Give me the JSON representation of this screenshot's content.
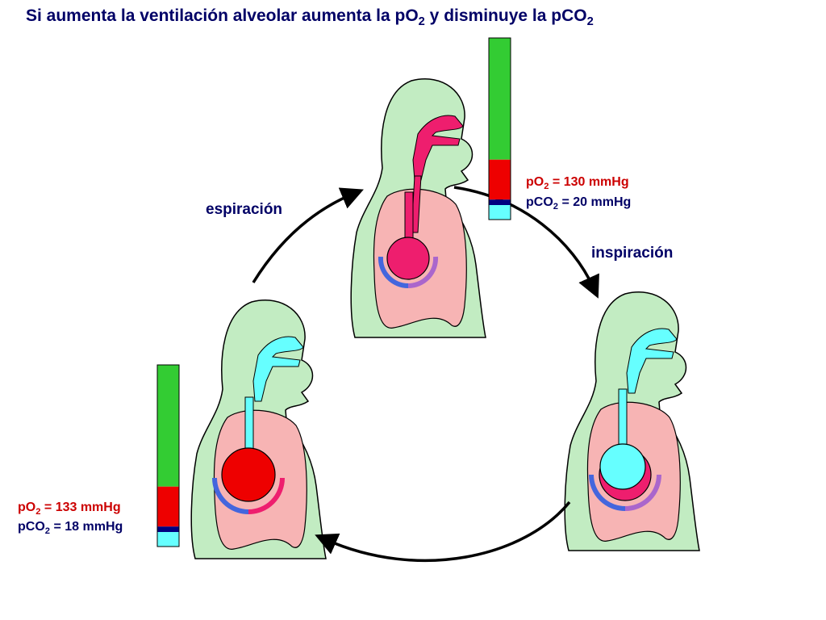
{
  "title": {
    "pre": "Si aumenta la ventilación alveolar aumenta la pO",
    "sub1": "2",
    "mid": " y disminuye la pCO",
    "sub2": "2"
  },
  "labels": {
    "espiracion": "espiración",
    "inspiracion": "inspiración"
  },
  "readouts": {
    "top": {
      "po2_pre": "pO",
      "po2_sub": "2",
      "po2_value": " = 130 mmHg",
      "pco2_pre": "pCO",
      "pco2_sub": "2",
      "pco2_value": " = 20 mmHg"
    },
    "bottom_left": {
      "po2_pre": "pO",
      "po2_sub": "2",
      "po2_value": " = 133 mmHg",
      "pco2_pre": "pCO",
      "pco2_sub": "2",
      "pco2_value": " = 18 mmHg"
    }
  },
  "bars": {
    "top": {
      "segments": [
        {
          "name": "green",
          "fraction": 0.67,
          "color": "#33cc33"
        },
        {
          "name": "red",
          "fraction": 0.22,
          "color": "#ee0000"
        },
        {
          "name": "navy",
          "fraction": 0.03,
          "color": "#000080"
        },
        {
          "name": "cyan",
          "fraction": 0.08,
          "color": "#66ffff"
        }
      ]
    },
    "bottom_left": {
      "segments": [
        {
          "name": "green",
          "fraction": 0.67,
          "color": "#33cc33"
        },
        {
          "name": "red",
          "fraction": 0.22,
          "color": "#ee0000"
        },
        {
          "name": "navy",
          "fraction": 0.03,
          "color": "#000080"
        },
        {
          "name": "cyan",
          "fraction": 0.08,
          "color": "#66ffff"
        }
      ]
    }
  },
  "colors": {
    "body": "#c2ecc2",
    "lung": "#f7b4b4",
    "airway_top": "#ee1e6e",
    "airway_cyan": "#66ffff",
    "airway_red": "#ee0000",
    "arc_blue": "#4466dd",
    "arc_pink": "#ee1e6e",
    "arc_violet": "#aa66cc",
    "text_navy": "#000066",
    "text_red": "#cc0000"
  },
  "figures": [
    {
      "name": "figure-top",
      "airway_color": "#ee1e6e",
      "alveolus": "pink"
    },
    {
      "name": "figure-right",
      "airway_color": "#66ffff",
      "alveolus": "cyan-over-pink"
    },
    {
      "name": "figure-left",
      "airway_color": "#66ffff",
      "alveolus": "red"
    }
  ]
}
